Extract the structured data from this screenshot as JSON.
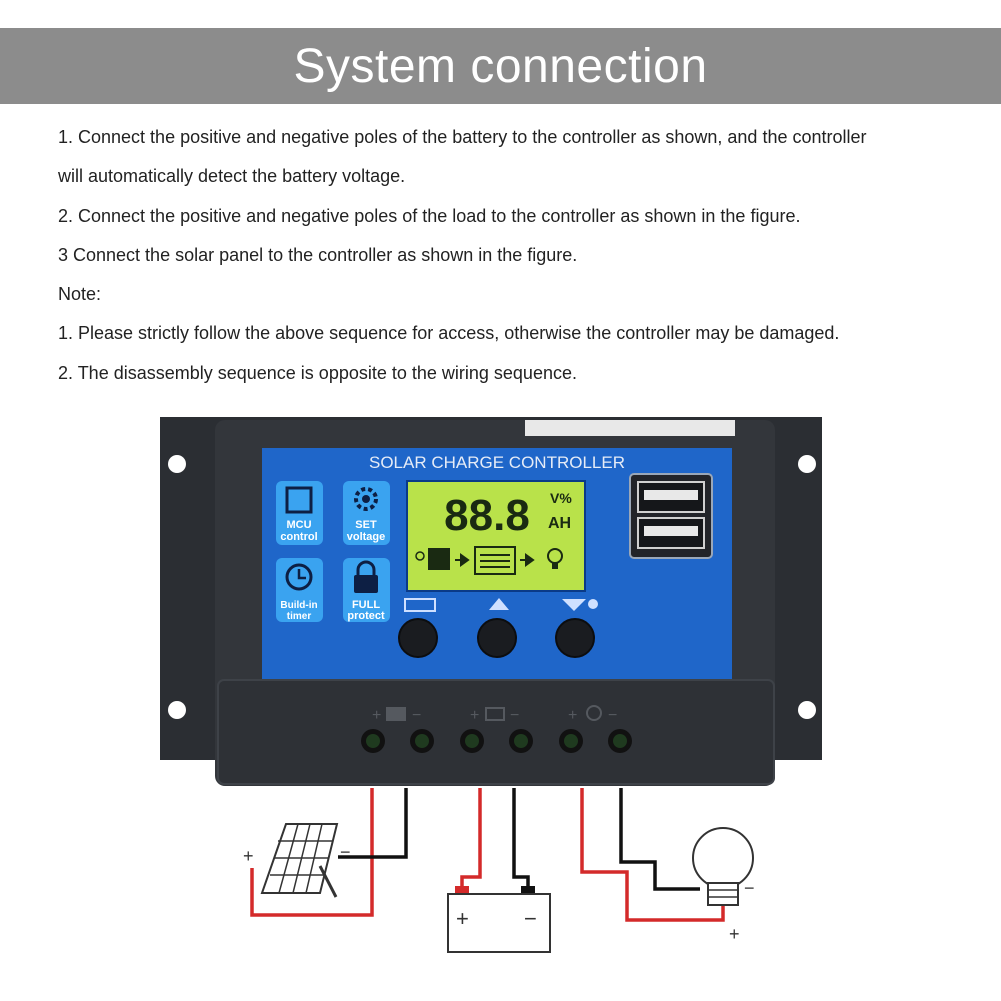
{
  "banner": {
    "title": "System connection"
  },
  "instructions": [
    "1. Connect the positive and negative poles of the battery to the controller as shown, and the controller",
    "will automatically detect the battery voltage.",
    "2. Connect the positive and negative poles of the load to the controller as shown in the figure.",
    "3 Connect the solar panel to the controller as shown in the figure.",
    "Note:",
    "1. Please strictly follow the above sequence for access, otherwise the controller may be damaged.",
    "2. The disassembly sequence is opposite to the wiring sequence."
  ],
  "controller": {
    "title": "SOLAR CHARGE CONTROLLER",
    "lcd_value": "88.8",
    "lcd_unit_top": "V%",
    "lcd_unit_bottom": "AH",
    "features": [
      {
        "icon": "mcu-chip-icon",
        "line1": "MCU",
        "line2": "control"
      },
      {
        "icon": "gear-icon",
        "line1": "SET",
        "line2": "voltage"
      },
      {
        "icon": "clock-icon",
        "line1": "Build-in",
        "line2": "timer"
      },
      {
        "icon": "lock-icon",
        "line1": "FULL",
        "line2": "protect"
      }
    ],
    "buttons": [
      "menu-button",
      "up-button",
      "down-button"
    ]
  },
  "wiring": {
    "solar": {
      "plus": "+",
      "minus": "−"
    },
    "battery": {
      "plus": "+",
      "minus": "−"
    },
    "load": {
      "plus": "+",
      "minus": "−"
    }
  },
  "colors": {
    "banner": "#8c8c8c",
    "panel_blue": "#1f66c9",
    "lcd_green": "#b9e24a",
    "positive_wire": "#d42a2a",
    "negative_wire": "#111111"
  }
}
